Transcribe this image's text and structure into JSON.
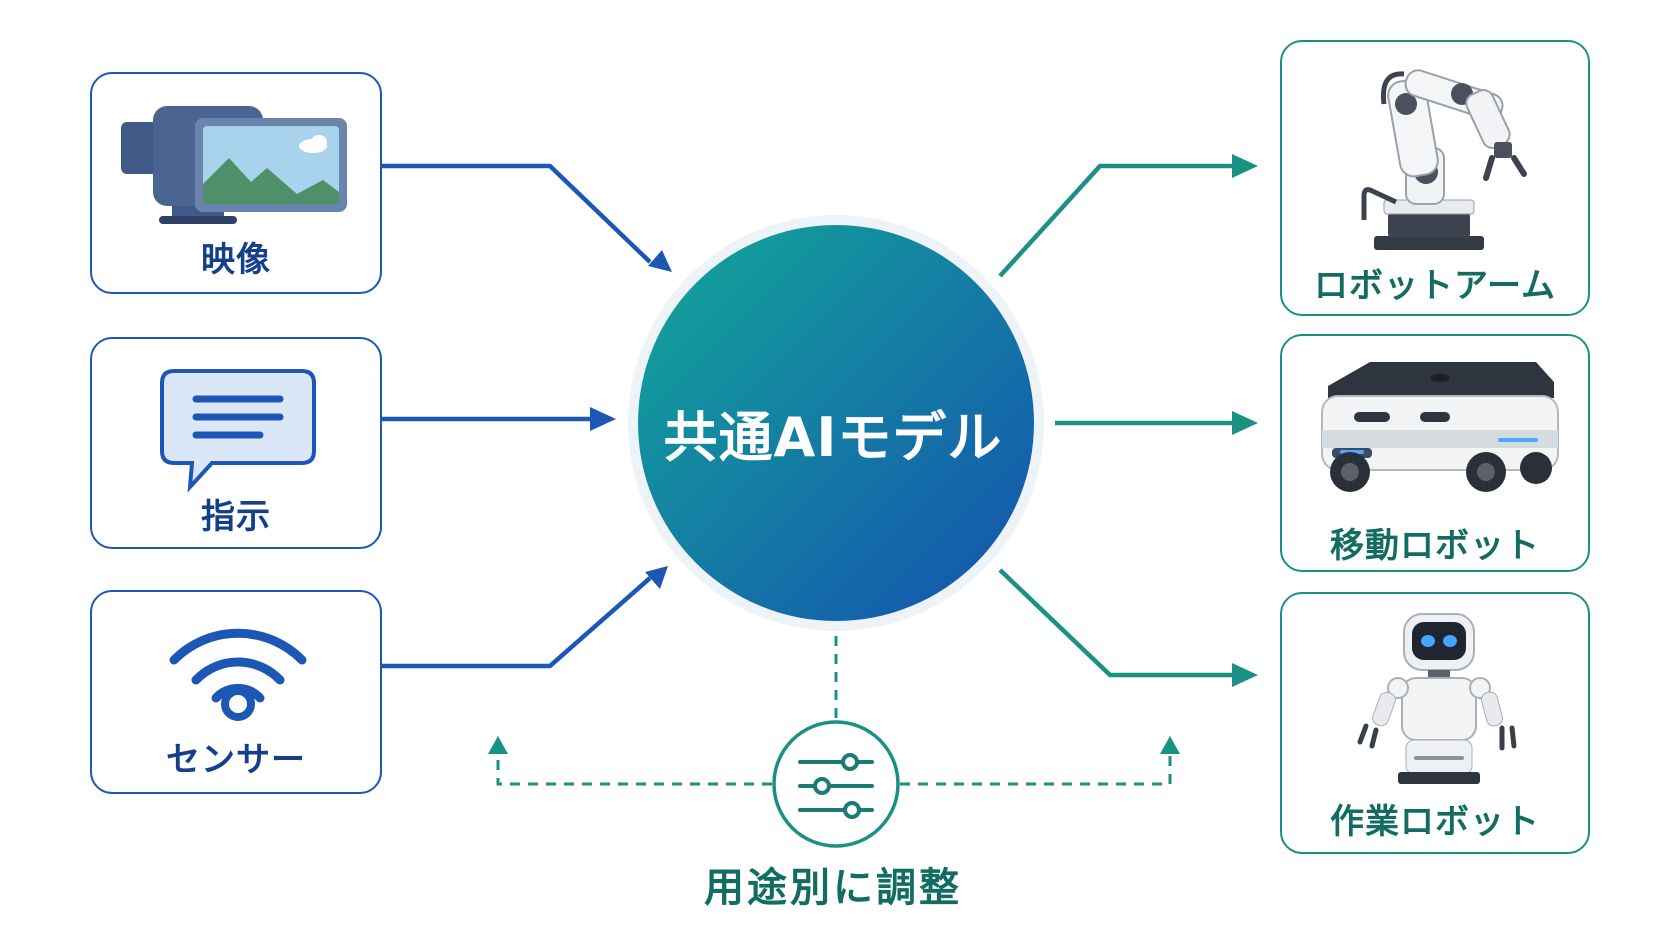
{
  "hub": {
    "title": "共通AIモデル"
  },
  "inputs": [
    {
      "label": "映像",
      "icon": "video-camera-icon"
    },
    {
      "label": "指示",
      "icon": "speech-bubble-icon"
    },
    {
      "label": "センサー",
      "icon": "wireless-signal-icon"
    }
  ],
  "outputs": [
    {
      "label": "ロボットアーム",
      "icon": "robot-arm-icon"
    },
    {
      "label": "移動ロボット",
      "icon": "mobile-robot-icon"
    },
    {
      "label": "作業ロボット",
      "icon": "humanoid-robot-icon"
    }
  ],
  "adjust": {
    "label": "用途別に調整",
    "icon": "sliders-icon"
  },
  "colors": {
    "input_blue": "#1d57b5",
    "output_teal": "#1a9183",
    "hub_gradient_start": "#13a898",
    "hub_gradient_end": "#1450b0"
  }
}
